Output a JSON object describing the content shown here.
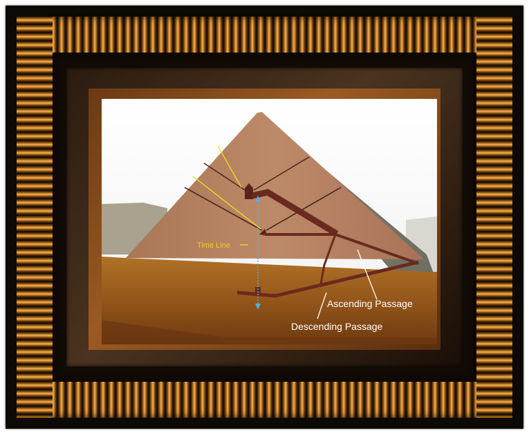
{
  "diagram": {
    "labels": {
      "time_line": "Time Line",
      "ascending_passage": "Ascending Passage",
      "descending_passage": "Descending Passage"
    },
    "colors": {
      "frame_dark": "#0d0905",
      "moulding_gold": "#d48a2a",
      "pyramid_face": "#b5805f",
      "ground": "#a0641c",
      "passage": "#6a2a1e",
      "time_line": "#4fb0e0",
      "time_line_label": "#f0d020",
      "annotation_text": "#ffffff"
    }
  }
}
